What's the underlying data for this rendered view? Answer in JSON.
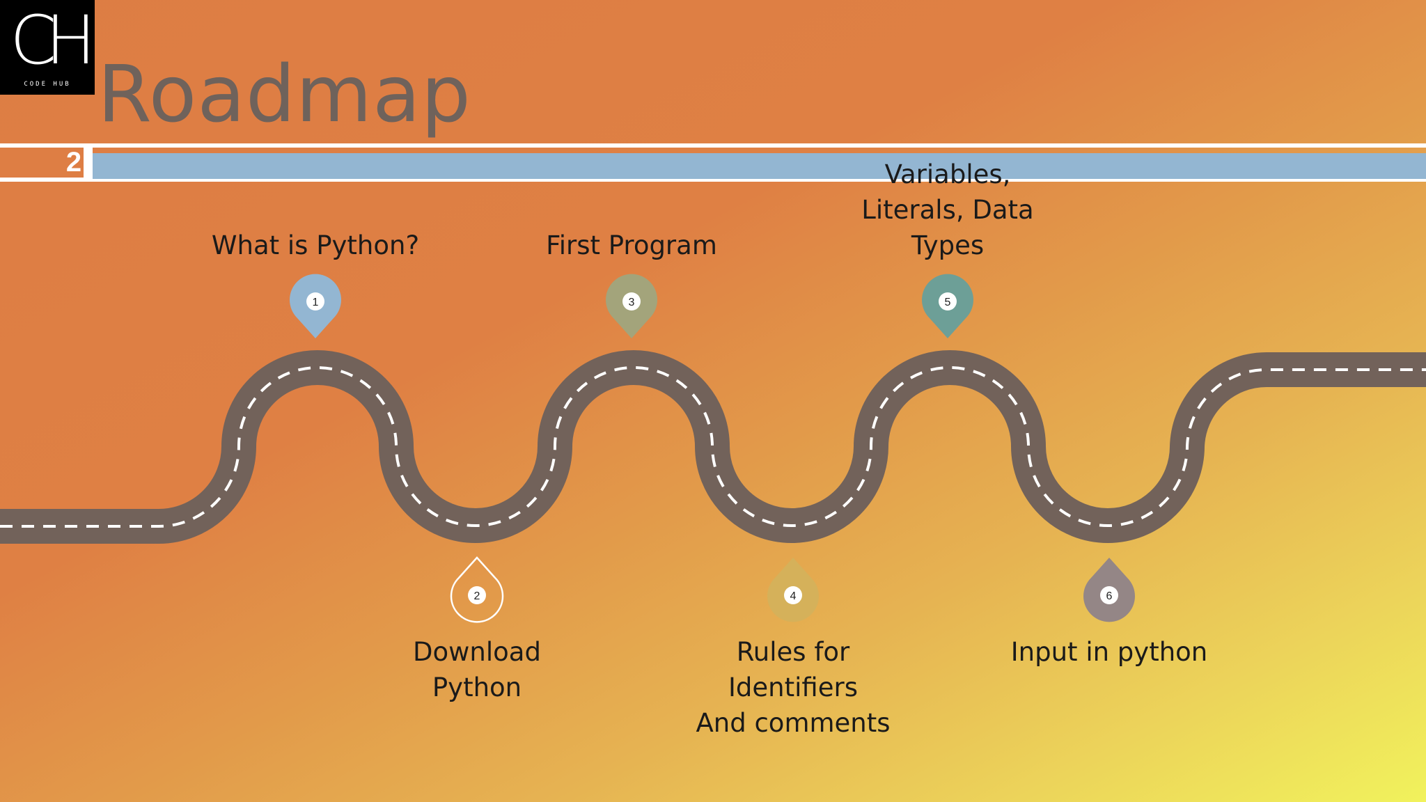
{
  "logo": {
    "mark": "CH",
    "caption": "CODE HUB"
  },
  "title": "Roadmap",
  "page_number": "2",
  "colors": {
    "road": "#72625a",
    "road_dash": "#ffffff",
    "pin_1": "#93b6d2",
    "pin_3": "#a3a47b",
    "pin_4": "#d5b15a",
    "pin_5": "#6d9f97",
    "pin_6": "#948686",
    "pin_2_outline": "#ffffff"
  },
  "steps": [
    {
      "number": "1",
      "label": "What is Python?"
    },
    {
      "number": "2",
      "label": "Download\nPython"
    },
    {
      "number": "3",
      "label": "First Program"
    },
    {
      "number": "4",
      "label": "Rules for\nIdentifiers\nAnd comments"
    },
    {
      "number": "5",
      "label": "Variables,\nLiterals, Data\nTypes"
    },
    {
      "number": "6",
      "label": "Input in python"
    }
  ]
}
